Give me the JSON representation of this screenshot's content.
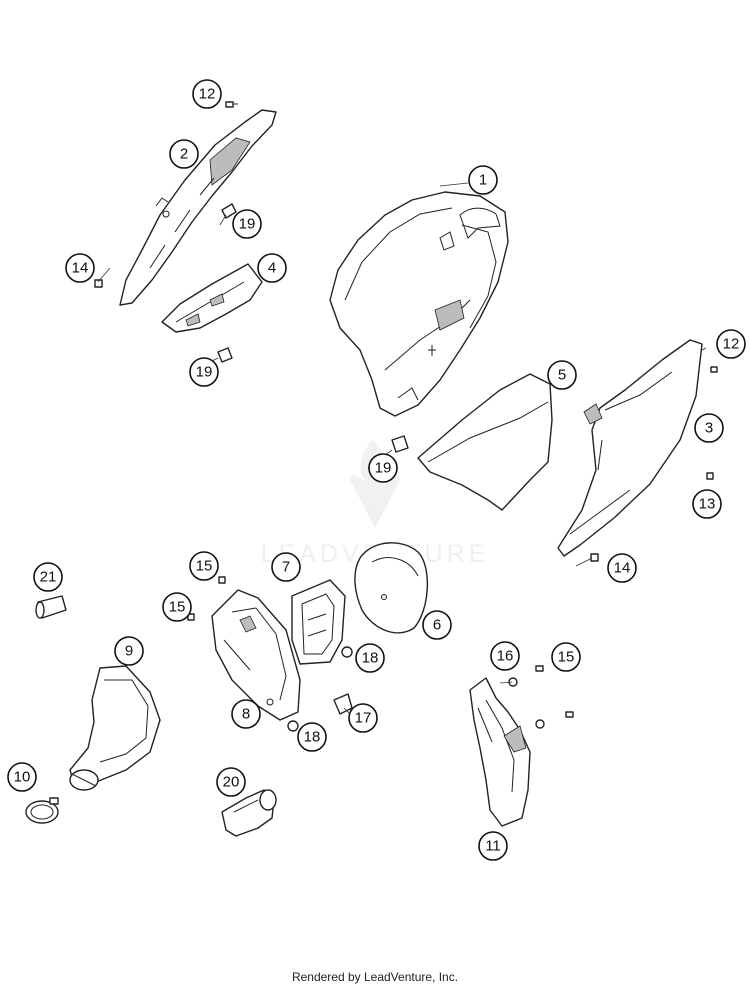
{
  "watermark": {
    "text": "LEADVENTURE"
  },
  "callouts": [
    "1",
    "2",
    "3",
    "4",
    "5",
    "6",
    "7",
    "8",
    "9",
    "10",
    "11",
    "12",
    "12",
    "13",
    "14",
    "14",
    "15",
    "15",
    "15",
    "16",
    "17",
    "18",
    "18",
    "19",
    "19",
    "19",
    "20",
    "21"
  ],
  "footer": {
    "credit": "Rendered by LeadVenture, Inc."
  }
}
